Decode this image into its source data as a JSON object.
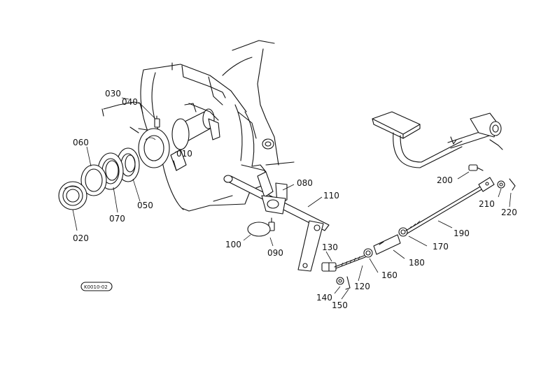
{
  "labels": {
    "p010": "010",
    "p020": "020",
    "p030": "030",
    "p040": "040",
    "p050": "050",
    "p060": "060",
    "p070": "070",
    "p080": "080",
    "p090": "090",
    "p100": "100",
    "p110": "110",
    "p120": "120",
    "p130": "130",
    "p140": "140",
    "p150": "150",
    "p160": "160",
    "p170": "170",
    "p180": "180",
    "p190": "190",
    "p200": "200",
    "p210": "210",
    "p220": "220"
  },
  "stamp": "K0010-02"
}
